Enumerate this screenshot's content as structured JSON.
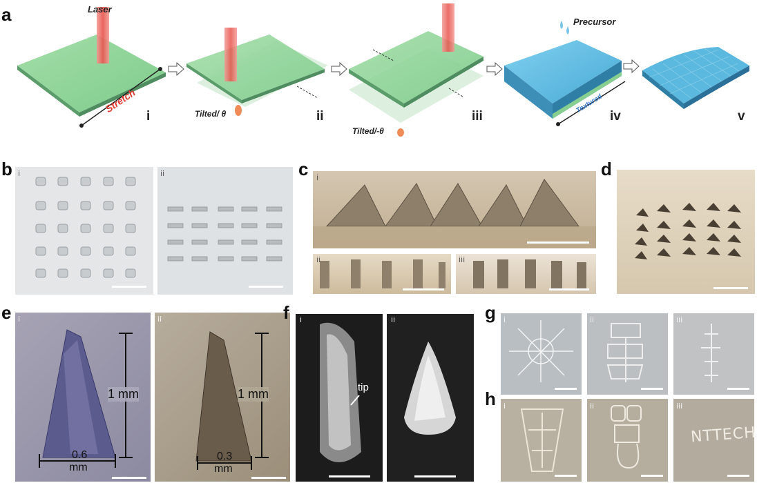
{
  "panel_a": {
    "label": "a",
    "labels": {
      "laser": "Laser",
      "stretch": "Stretch",
      "tilted_pos": "Tilted/ θ",
      "tilted_neg": "Tilted/-θ",
      "precursor": "Precursor",
      "textured": "Textured"
    },
    "steps": [
      "i",
      "ii",
      "iii",
      "iv",
      "v"
    ]
  },
  "panel_b": {
    "label": "b",
    "sub": [
      "i",
      "ii"
    ]
  },
  "panel_c": {
    "label": "c",
    "sub": [
      "i",
      "ii",
      "iii"
    ]
  },
  "panel_d": {
    "label": "d"
  },
  "panel_e": {
    "label": "e",
    "sub": [
      "i",
      "ii"
    ],
    "height_label": "1 mm",
    "width_i_a": "0.6",
    "width_i_b": "mm",
    "width_ii_a": "0.3",
    "width_ii_b": "mm"
  },
  "panel_f": {
    "label": "f",
    "sub": [
      "i",
      "ii"
    ],
    "tip_label": "tip"
  },
  "panel_g": {
    "label": "g",
    "sub": [
      "i",
      "ii",
      "iii"
    ]
  },
  "panel_h": {
    "label": "h",
    "sub": [
      "i",
      "ii",
      "iii"
    ],
    "text_iii": "NTTECH"
  },
  "colors": {
    "film_green": "#8ed49a",
    "film_blue": "#5bb8de",
    "laser_red": "#e8544e"
  }
}
